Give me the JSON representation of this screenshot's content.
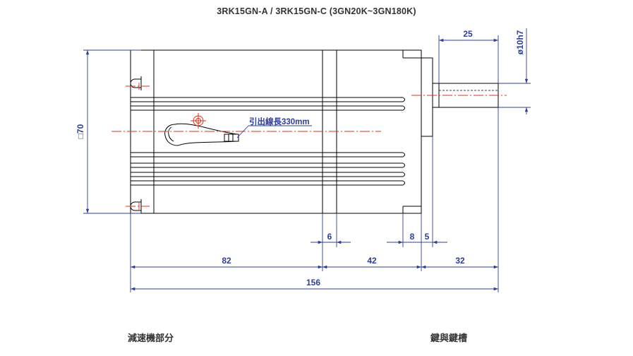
{
  "title": "3RK15GN-A   /   3RK15GN-C   (3GN20K~3GN180K)",
  "dimensions": {
    "shaft_length": "25",
    "shaft_diameter": "ø10h7",
    "frame_square": "□70",
    "lead_wire": "引出線長330mm",
    "d6": "6",
    "d8": "8",
    "d5": "5",
    "d82": "82",
    "d42": "42",
    "d32": "32",
    "d156": "156"
  },
  "captions": {
    "left": "減速機部分",
    "right": "鍵與鍵槽"
  },
  "colors": {
    "outline": "#000000",
    "dimension": "#2b3e9a",
    "centerline": "#e0301e"
  }
}
